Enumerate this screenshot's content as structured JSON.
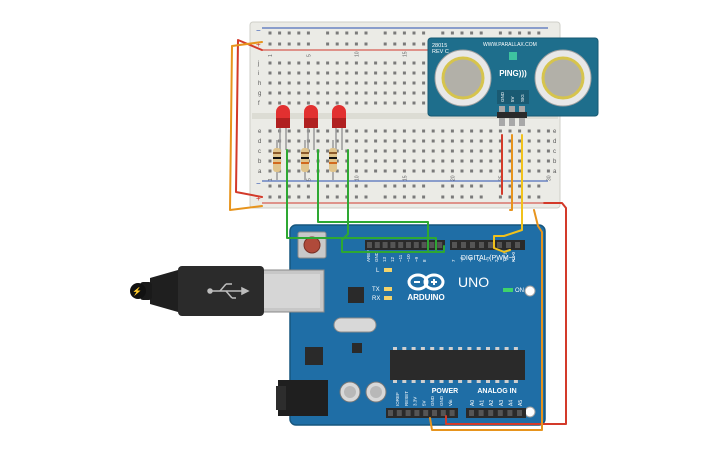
{
  "colors": {
    "board": "#1f6ea6",
    "board_dark": "#1b5f90",
    "breadboard": "#ebebe6",
    "rail_red": "#d23a2e",
    "rail_blue": "#2a4fb0",
    "sensor": "#1e6e8c",
    "wire_red": "#d33a2a",
    "wire_orange": "#e7941d",
    "wire_green": "#2ea832",
    "wire_yellow": "#f1c21b",
    "led": "#e23030"
  },
  "breadboard": {
    "row_letters_top": [
      "j",
      "i",
      "h",
      "g",
      "f"
    ],
    "row_letters_bottom": [
      "e",
      "d",
      "c",
      "b",
      "a"
    ],
    "column_numbers": [
      "1",
      "5",
      "10",
      "15",
      "20",
      "25",
      "30"
    ],
    "rail_plus": "+",
    "rail_minus": "−"
  },
  "sensor": {
    "model": "28015",
    "rev": "REV C",
    "url": "WWW.PARALLAX.COM",
    "name": "PING)))",
    "pins": [
      "GND",
      "5V",
      "SIG"
    ]
  },
  "arduino": {
    "brand": "ARDUINO",
    "model": "UNO",
    "digital_label": "DIGITAL (PWM~)",
    "on_label": "ON",
    "power_label": "POWER",
    "analog_label": "ANALOG IN",
    "led_labels": [
      "L",
      "TX",
      "RX"
    ],
    "top_pins": [
      "AREF",
      "GND",
      "13",
      "12",
      "~11",
      "~10",
      "~9",
      "8",
      "7",
      "~6",
      "~5",
      "4",
      "~3",
      "2",
      "TX 1",
      "RX 0"
    ],
    "power_pins": [
      "IOREF",
      "RESET",
      "3.3V",
      "5V",
      "GND",
      "GND",
      "Vin"
    ],
    "analog_pins": [
      "A0",
      "A1",
      "A2",
      "A3",
      "A4",
      "A5"
    ]
  },
  "leds": [
    {
      "color": "red"
    },
    {
      "color": "red"
    },
    {
      "color": "red"
    }
  ],
  "resistors": [
    {
      "bands": [
        "#8b5a2b",
        "#111111",
        "#d2691e"
      ]
    },
    {
      "bands": [
        "#8b5a2b",
        "#111111",
        "#d2691e"
      ]
    },
    {
      "bands": [
        "#8b5a2b",
        "#111111",
        "#d2691e"
      ]
    }
  ]
}
